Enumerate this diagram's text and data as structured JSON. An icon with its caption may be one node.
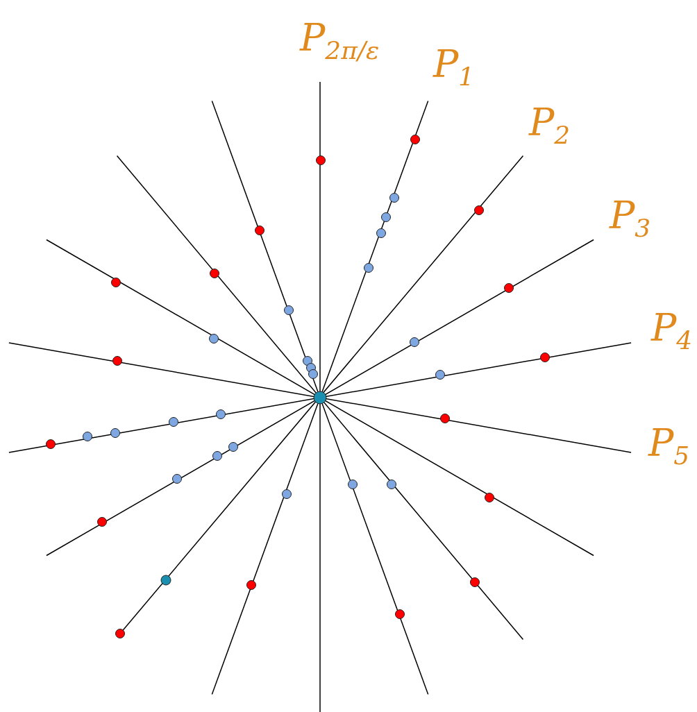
{
  "diagram": {
    "labels": [
      "P$_{2π/ε}$",
      "P$_{1}$",
      "P$_{2}$",
      "P$_{3}$",
      "P$_{4}$",
      "P$_{5}$"
    ]
  }
}
